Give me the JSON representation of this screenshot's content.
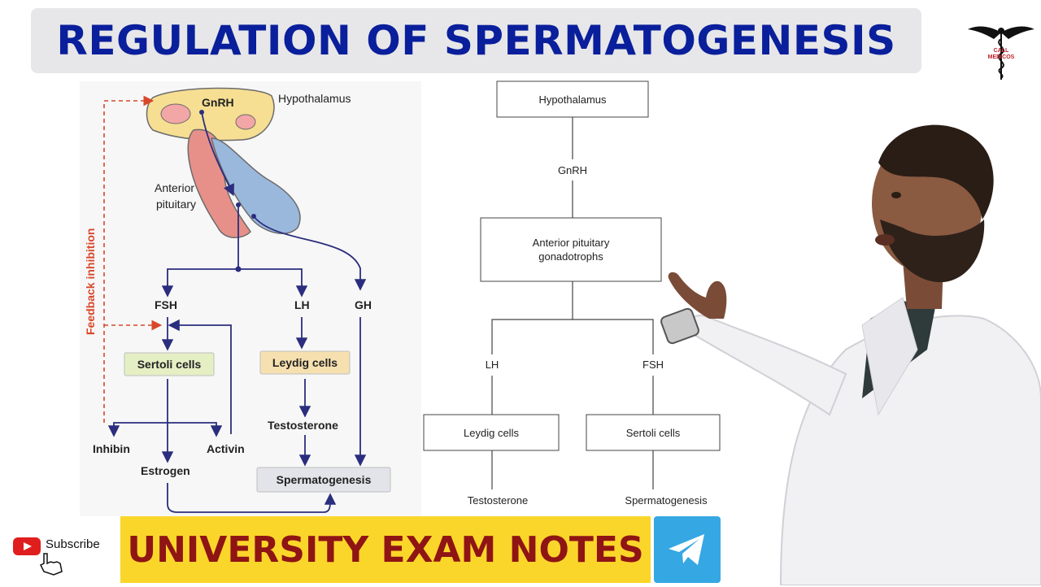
{
  "title": "REGULATION OF SPERMATOGENESIS",
  "logo": {
    "text_line1": "CALL",
    "text_line2": "MEDICOS"
  },
  "left_diagram": {
    "hypothalamus": "Hypothalamus",
    "gnrh": "GnRH",
    "anterior_pituitary_line1": "Anterior",
    "anterior_pituitary_line2": "pituitary",
    "feedback": "Feedback inhibition",
    "fsh": "FSH",
    "lh": "LH",
    "gh": "GH",
    "sertoli": "Sertoli cells",
    "leydig": "Leydig cells",
    "testosterone": "Testosterone",
    "inhibin": "Inhibin",
    "activin": "Activin",
    "estrogen": "Estrogen",
    "spermatogenesis": "Spermatogenesis"
  },
  "right_diagram": {
    "hypothalamus": "Hypothalamus",
    "gnrh": "GnRH",
    "anterior_line1": "Anterior pituitary",
    "anterior_line2": "gonadotrophs",
    "lh": "LH",
    "fsh": "FSH",
    "leydig": "Leydig cells",
    "sertoli": "Sertoli cells",
    "testosterone": "Testosterone",
    "spermatogenesis": "Spermatogenesis"
  },
  "banner": "UNIVERSITY EXAM NOTES",
  "subscribe": "Subscribe",
  "colors": {
    "title_blue": "#0a1f9b",
    "banner_yellow": "#fbd62a",
    "banner_red": "#8f1414",
    "arrow_navy": "#2b2d7e",
    "feedback_red": "#d9472b",
    "telegram_blue": "#35a7e3"
  }
}
